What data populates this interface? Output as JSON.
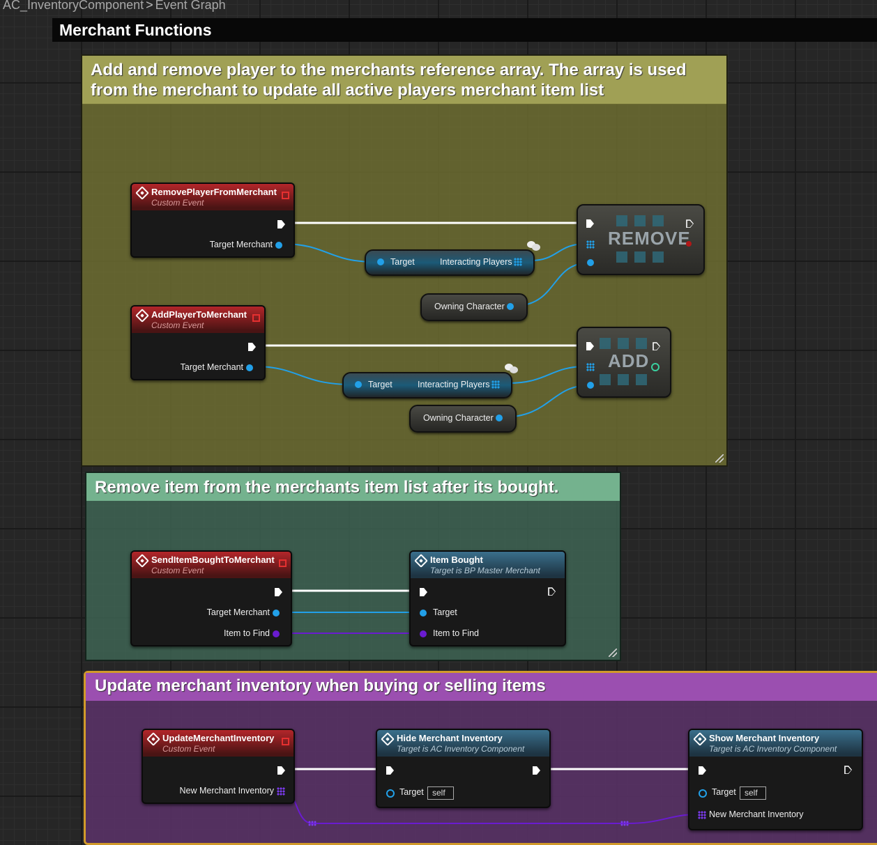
{
  "breadcrumb": {
    "blueprint": "AC_InventoryComponent",
    "separator": ">",
    "graph": "Event Graph"
  },
  "title_bar": {
    "title": "Merchant Functions"
  },
  "comments": [
    {
      "text": "Add and remove player to the merchants reference array. The array is used from the merchant to update all active players merchant item list",
      "color": "#a0a055"
    },
    {
      "text": "Remove item from the merchants item list after its bought.",
      "color": "#74b28e"
    },
    {
      "text": "Update merchant inventory when buying or selling items",
      "color": "#9b4fb0"
    }
  ],
  "nodes": {
    "remove_event": {
      "title": "RemovePlayerFromMerchant",
      "subtitle": "Custom Event",
      "pin_target": "Target Merchant"
    },
    "remove_get": {
      "pin_target": "Target",
      "pin_array": "Interacting Players"
    },
    "remove_owning": {
      "label": "Owning Character"
    },
    "remove_op": {
      "label": "REMOVE"
    },
    "add_event": {
      "title": "AddPlayerToMerchant",
      "subtitle": "Custom Event",
      "pin_target": "Target Merchant"
    },
    "add_get": {
      "pin_target": "Target",
      "pin_array": "Interacting Players"
    },
    "add_owning": {
      "label": "Owning Character"
    },
    "add_op": {
      "label": "ADD"
    },
    "bought_event": {
      "title": "SendItemBoughtToMerchant",
      "subtitle": "Custom Event",
      "pin_target": "Target Merchant",
      "pin_item": "Item to Find"
    },
    "item_bought": {
      "title": "Item Bought",
      "subtitle": "Target is BP Master Merchant",
      "pin_target": "Target",
      "pin_item": "Item to Find"
    },
    "update_event": {
      "title": "UpdateMerchantInventory",
      "subtitle": "Custom Event",
      "pin_inventory": "New Merchant Inventory"
    },
    "hide_inv": {
      "title": "Hide Merchant Inventory",
      "subtitle": "Target is AC Inventory Component",
      "pin_target": "Target",
      "target_value": "self"
    },
    "show_inv": {
      "title": "Show Merchant Inventory",
      "subtitle": "Target is AC Inventory Component",
      "pin_target": "Target",
      "target_value": "self",
      "pin_inventory": "New Merchant Inventory"
    }
  },
  "colors": {
    "exec": "#ffffff",
    "object_pin": "#22a0e8",
    "struct_pin": "#6a1bd0",
    "event_header": "#b3262a",
    "function_header": "#3a6f8c"
  }
}
